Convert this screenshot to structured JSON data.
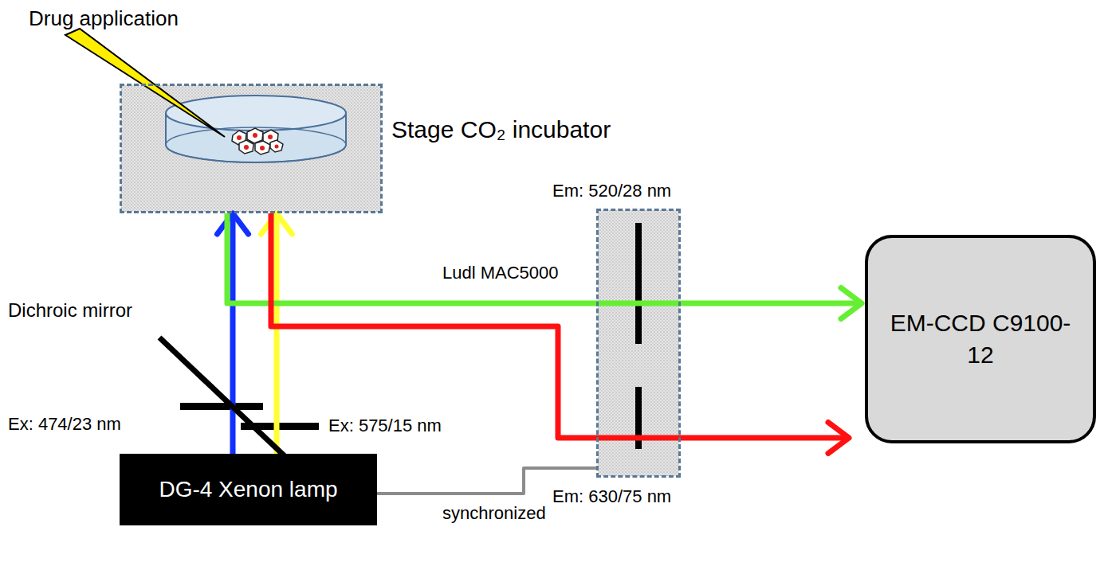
{
  "diagram": {
    "nodes": [
      {
        "text": [
          "Stage CO₂ incubator"
        ]
      },
      {
        "text": [
          "Em: 520/28 nm",
          "Em: 630/75 nm"
        ]
      },
      {
        "text": [
          "EM-CCD C9100-12"
        ]
      },
      {
        "text": [
          "DG-4 Xenon lamp"
        ]
      }
    ],
    "edges": [
      {
        "from": 3,
        "to": 0,
        "arrow": "to"
      },
      {
        "from": 3,
        "to": 0,
        "arrow": "to"
      },
      {
        "from": 0,
        "to": 2,
        "arrow": "to"
      },
      {
        "from": 0,
        "to": 2,
        "arrow": "to"
      },
      {
        "from": 3,
        "to": 1,
        "label": "synchronized",
        "arrow": "none"
      }
    ],
    "labels": [
      "Drug application",
      "Ludl MAC5000",
      "Dichroic mirror",
      "Ex: 474/23 nm",
      "Ex: 575/15 nm"
    ]
  }
}
